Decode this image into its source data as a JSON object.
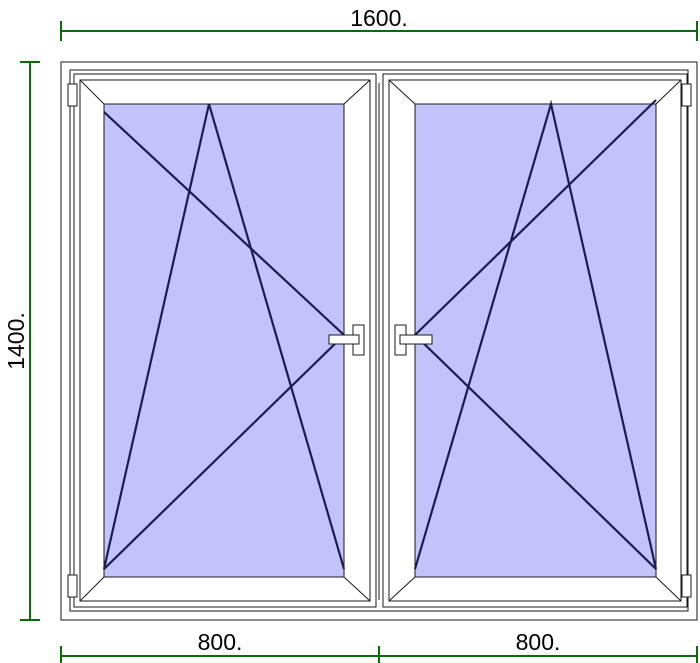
{
  "dimensions": {
    "overall_width": "1600.",
    "overall_height": "1400.",
    "left_sash_width": "800.",
    "right_sash_width": "800."
  },
  "colors": {
    "dimension_line": "#0b6a0b",
    "frame_stroke": "#1a1a1a",
    "frame_fill": "#ffffff",
    "glass_fill": "#c3c3fb",
    "opening_lines": "#1c1c52"
  },
  "sashes": [
    {
      "name": "left",
      "opening": "tilt-turn",
      "hinge_side": "left",
      "handle_side": "right"
    },
    {
      "name": "right",
      "opening": "tilt-turn",
      "hinge_side": "right",
      "handle_side": "left"
    }
  ]
}
